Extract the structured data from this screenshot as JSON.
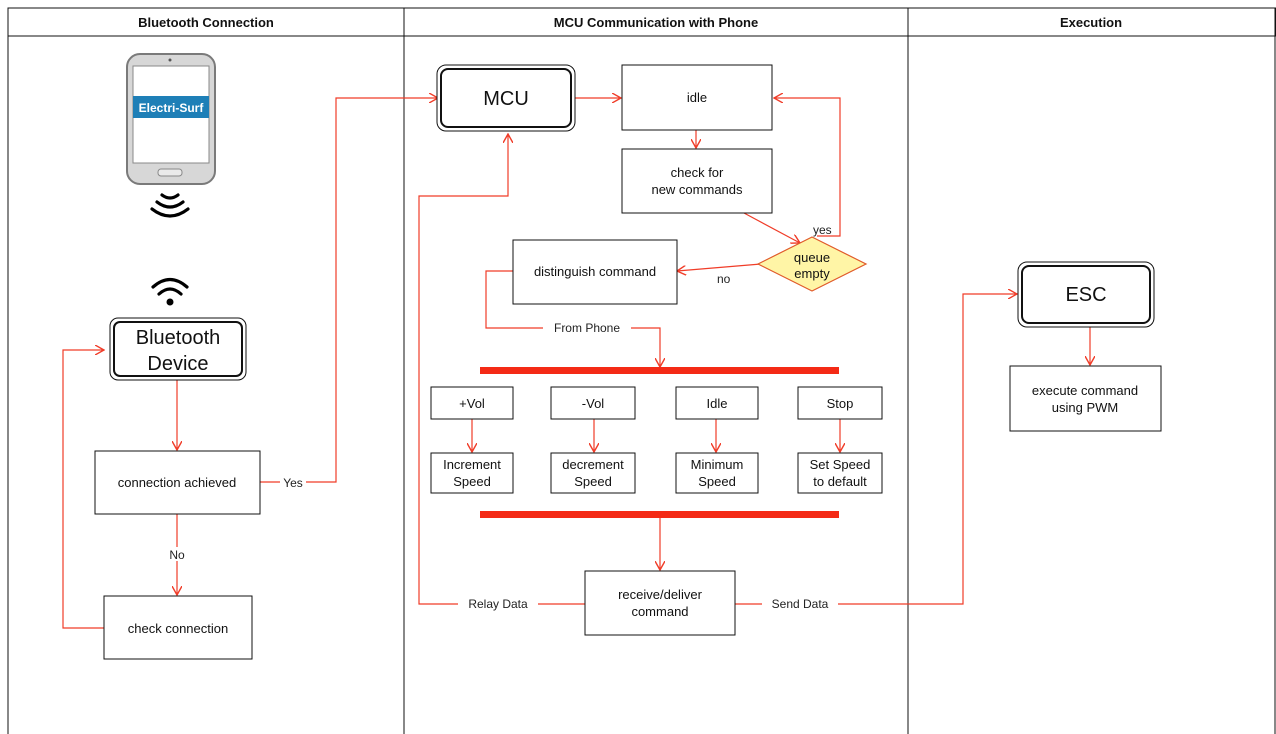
{
  "lanes": {
    "bluetooth": "Bluetooth Connection",
    "mcu_comm": "MCU Communication with Phone",
    "execution": "Execution"
  },
  "phone": {
    "screen_label": "Electri-Surf"
  },
  "nodes": {
    "bt_device_line1": "Bluetooth",
    "bt_device_line2": "Device",
    "connection_achieved": "connection achieved",
    "check_connection": "check connection",
    "mcu": "MCU",
    "idle": "idle",
    "check_cmds_line1": "check for",
    "check_cmds_line2": "new commands",
    "queue_line1": "queue",
    "queue_line2": "empty",
    "distinguish": "distinguish command",
    "vol_up": "+Vol",
    "vol_down": "-Vol",
    "idle_cmd": "Idle",
    "stop": "Stop",
    "inc_line1": "Increment",
    "inc_line2": "Speed",
    "dec_line1": "decrement",
    "dec_line2": "Speed",
    "min_line1": "Minimum",
    "min_line2": "Speed",
    "set_line1": "Set Speed",
    "set_line2": "to default",
    "receive_line1": "receive/deliver",
    "receive_line2": "command",
    "esc": "ESC",
    "exec_line1": "execute command",
    "exec_line2": "using PWM"
  },
  "edge_labels": {
    "yes_conn": "Yes",
    "no_conn": "No",
    "yes_queue": "yes",
    "no_queue": "no",
    "from_phone": "From Phone",
    "relay": "Relay Data",
    "send": "Send Data"
  },
  "colors": {
    "flow": "#f03c28",
    "fork_bar": "#f42a16",
    "diamond_fill": "#fff5a6",
    "phone_label_bg": "#1e7fb7"
  }
}
